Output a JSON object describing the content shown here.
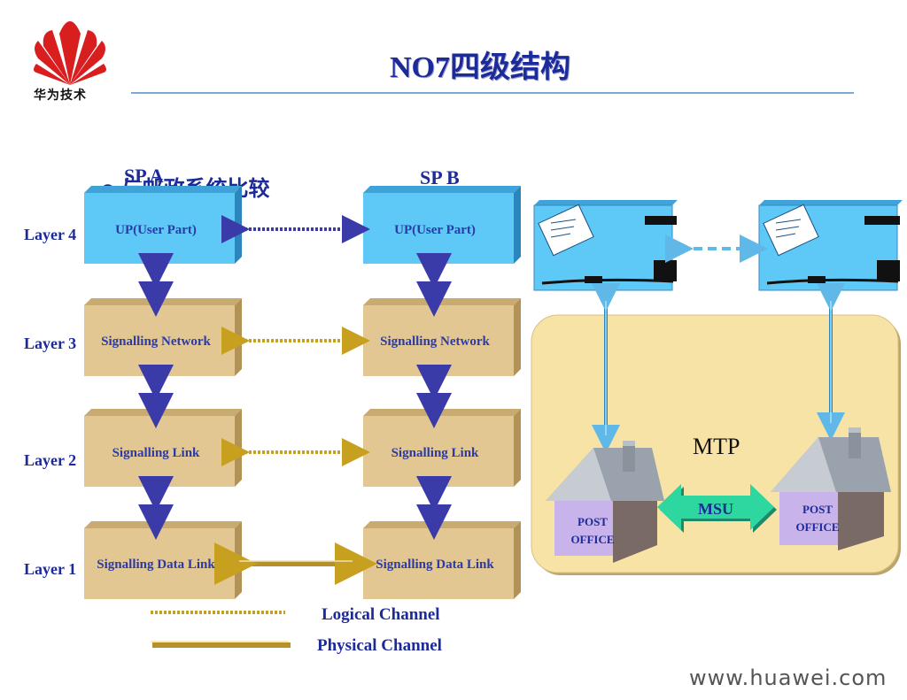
{
  "title": "NO7四级结构",
  "brand": {
    "text": "华为技术",
    "url": "www.huawei.com"
  },
  "bullet": "与邮政系统比较",
  "sp_a": "SP A",
  "sp_b": "SP B",
  "layers": [
    "Layer 4",
    "Layer 3",
    "Layer 2",
    "Layer 1"
  ],
  "stack_a": [
    "UP(User Part)",
    "Signalling Network",
    "Signalling Link",
    "Signalling Data Link"
  ],
  "stack_b": [
    "UP(User Part)",
    "Signalling Network",
    "Signalling Link",
    "Signalling Data Link"
  ],
  "legend": {
    "logical": "Logical Channel",
    "physical": "Physical Channel"
  },
  "postal": {
    "mtp": "MTP",
    "msu": "MSU",
    "office_left": [
      "POST",
      "OFFICE"
    ],
    "office_right": [
      "POST",
      "OFFICE"
    ]
  },
  "colors": {
    "title": "#1c2a9a",
    "up_box": "#5ec8f6",
    "tan_box": "#e3c792",
    "logical_blue": "#3a3aa8",
    "logical_gold": "#c8a020",
    "mtp_panel": "#f7e3a6",
    "msu_arrow": "#2ed6a0"
  }
}
